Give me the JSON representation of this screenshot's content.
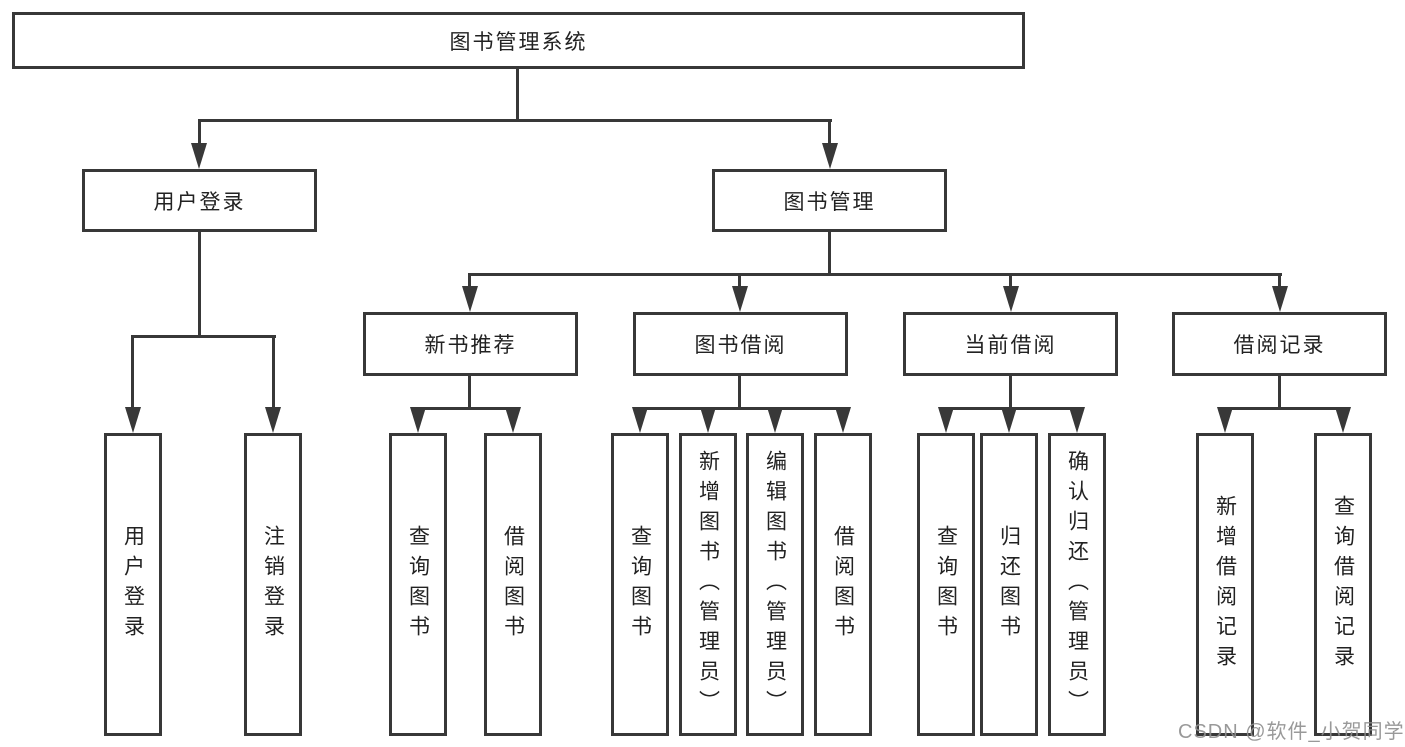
{
  "tree": {
    "root": "图书管理系统",
    "login": {
      "label": "用户登录",
      "children": [
        "用户登录",
        "注销登录"
      ]
    },
    "mgmt": {
      "label": "图书管理",
      "groups": [
        {
          "label": "新书推荐",
          "children": [
            "查询图书",
            "借阅图书"
          ]
        },
        {
          "label": "图书借阅",
          "children": [
            "查询图书",
            "新增图书（管理员）",
            "编辑图书（管理员）",
            "借阅图书"
          ]
        },
        {
          "label": "当前借阅",
          "children": [
            "查询图书",
            "归还图书",
            "确认归还（管理员）"
          ]
        },
        {
          "label": "借阅记录",
          "children": [
            "新增借阅记录",
            "查询借阅记录"
          ]
        }
      ]
    }
  },
  "watermark": {
    "text": "CSDN @软件_小贺同学"
  },
  "colors": {
    "line": "#383838",
    "text": "#222222",
    "box_background": "#ffffff",
    "watermark": "#8f8f8f"
  }
}
